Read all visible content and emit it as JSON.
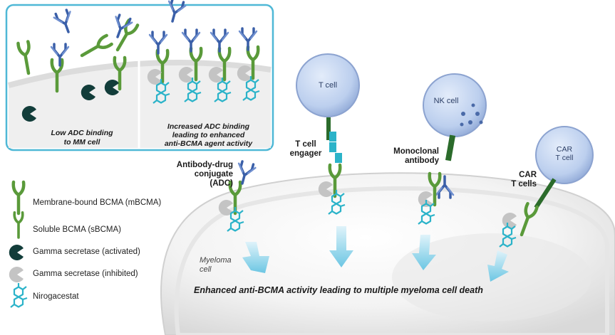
{
  "inset": {
    "left_caption": "Low ADC binding\nto MM cell",
    "right_caption": "Increased ADC binding\nleading to enhanced\nanti-BCMA agent activity"
  },
  "legend": [
    {
      "icon": "membrane-bound-bcma-icon",
      "label": "Membrane-bound BCMA (mBCMA)"
    },
    {
      "icon": "soluble-bcma-icon",
      "label": "Soluble BCMA (sBCMA)"
    },
    {
      "icon": "gamma-secretase-activated-icon",
      "label": "Gamma secretase (activated)"
    },
    {
      "icon": "gamma-secretase-inhibited-icon",
      "label": "Gamma secretase (inhibited)"
    },
    {
      "icon": "nirogacestat-icon",
      "label": "Nirogacestat"
    }
  ],
  "labels": {
    "adc": "Antibody-drug\nconjugate\n(ADC)",
    "tce": "T cell\nengager",
    "mab": "Monoclonal\nantibody",
    "car": "CAR\nT cells",
    "tcell": "T cell",
    "nkcell": "NK cell",
    "cartcell": "CAR\nT cell",
    "myeloma": "Myeloma\ncell",
    "bottom": "Enhanced anti-BCMA activity leading to multiple myeloma cell death"
  },
  "colors": {
    "bcma_green": "#5a9a3a",
    "antibody_blue": "#3a5fa8",
    "nirogacestat_teal": "#2bb3c9",
    "inset_border": "#4fb8d6",
    "cell_blue": "#b9cdeb",
    "gamma_dark": "#123d3a",
    "gamma_grey": "#c9c9c9",
    "arrow": "#8fd3e8"
  }
}
